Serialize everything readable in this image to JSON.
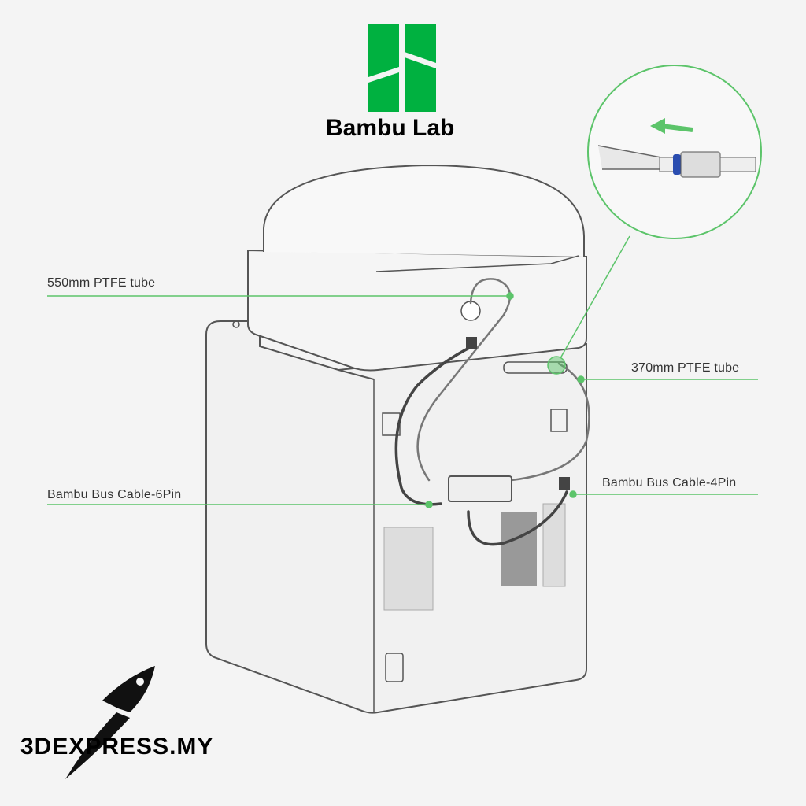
{
  "logo": {
    "brand_text": "Bambu Lab",
    "brand_color": "#00b140"
  },
  "labels": {
    "ptfe_550": "550mm PTFE tube",
    "ptfe_370": "370mm PTFE tube",
    "bus_6pin": "Bambu Bus Cable-6Pin",
    "bus_4pin": "Bambu Bus Cable-4Pin"
  },
  "watermark": {
    "text": "3DEXPRESS.MY"
  },
  "colors": {
    "callout_line": "#5cc46a",
    "outline": "#555555",
    "background": "#f4f4f4",
    "connector_blue": "#2a4db0"
  }
}
